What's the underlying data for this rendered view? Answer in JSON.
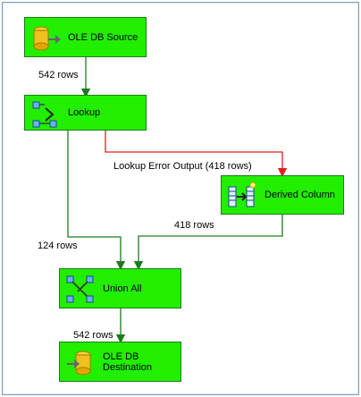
{
  "nodes": {
    "ole_db_source": "OLE DB Source",
    "lookup": "Lookup",
    "derived_column": "Derived Column",
    "union_all": "Union All",
    "ole_db_destination": "OLE DB Destination"
  },
  "edges": {
    "source_to_lookup": "542 rows",
    "lookup_error": "Lookup Error Output (418 rows)",
    "derived_to_union": "418 rows",
    "lookup_to_union": "124 rows",
    "union_to_destination": "542 rows"
  },
  "colors": {
    "node_fill": "#22ee00",
    "success_path": "#1f7a1f",
    "error_path": "#e02020"
  },
  "icons": {
    "source": "database-source-icon",
    "lookup": "lookup-icon",
    "derived": "derived-column-icon",
    "union": "union-all-icon",
    "destination": "database-destination-icon"
  }
}
